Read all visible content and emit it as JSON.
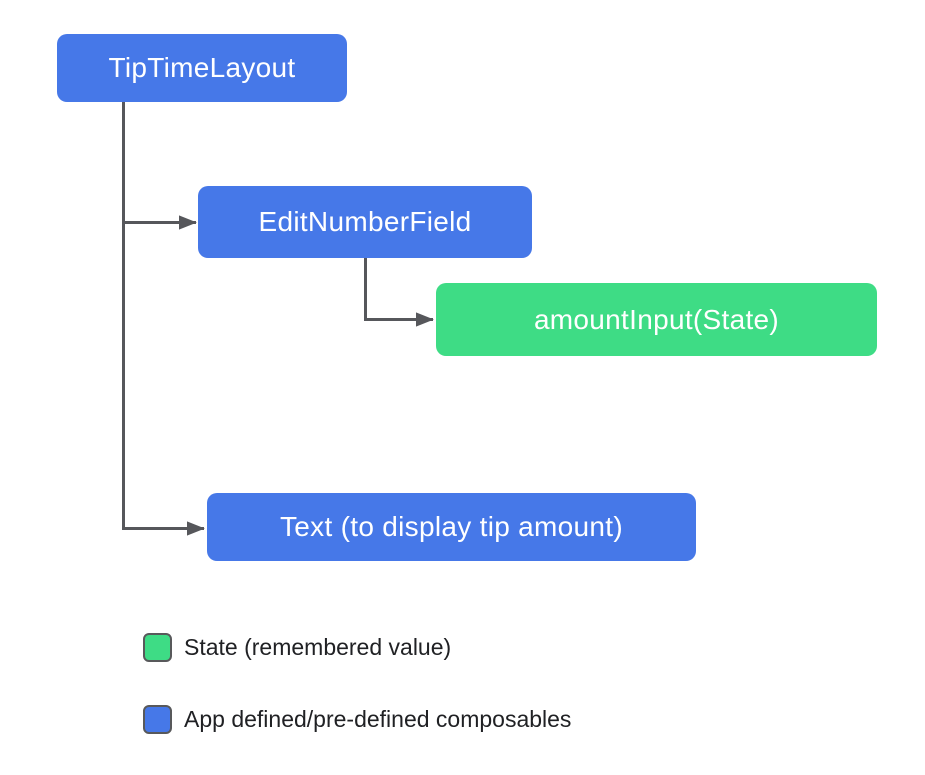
{
  "diagram": {
    "nodes": [
      {
        "id": "tiptimelayout",
        "label": "TipTimeLayout",
        "type": "composable",
        "color": "#4678e8"
      },
      {
        "id": "editnumberfield",
        "label": "EditNumberField",
        "type": "composable",
        "color": "#4678e8"
      },
      {
        "id": "amountinput",
        "label": "amountInput(State)",
        "type": "state",
        "color": "#3edc85"
      },
      {
        "id": "text",
        "label": "Text (to display tip amount)",
        "type": "composable",
        "color": "#4678e8"
      }
    ],
    "edges": [
      {
        "from": "tiptimelayout",
        "to": "editnumberfield"
      },
      {
        "from": "editnumberfield",
        "to": "amountinput"
      },
      {
        "from": "tiptimelayout",
        "to": "text"
      }
    ]
  },
  "legend": {
    "items": [
      {
        "label": "State (remembered value)",
        "color": "#3edc85"
      },
      {
        "label": "App defined/pre-defined composables",
        "color": "#4678e8"
      }
    ]
  },
  "colors": {
    "composable_blue": "#4678e8",
    "state_green": "#3edc85",
    "connector_gray": "#56575b",
    "legend_text": "#202124",
    "node_text": "#ffffff",
    "background": "#ffffff"
  }
}
